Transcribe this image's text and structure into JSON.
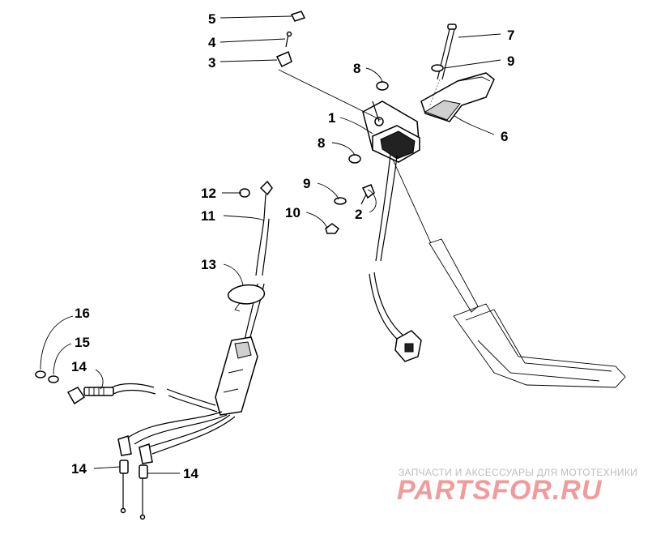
{
  "callouts": [
    {
      "id": "c1",
      "label": "1"
    },
    {
      "id": "c2",
      "label": "2"
    },
    {
      "id": "c3",
      "label": "3"
    },
    {
      "id": "c4",
      "label": "4"
    },
    {
      "id": "c5",
      "label": "5"
    },
    {
      "id": "c6",
      "label": "6"
    },
    {
      "id": "c7",
      "label": "7"
    },
    {
      "id": "c8a",
      "label": "8"
    },
    {
      "id": "c8b",
      "label": "8"
    },
    {
      "id": "c9a",
      "label": "9"
    },
    {
      "id": "c9b",
      "label": "9"
    },
    {
      "id": "c10",
      "label": "10"
    },
    {
      "id": "c11",
      "label": "11"
    },
    {
      "id": "c12",
      "label": "12"
    },
    {
      "id": "c13",
      "label": "13"
    },
    {
      "id": "c14a",
      "label": "14"
    },
    {
      "id": "c14b",
      "label": "14"
    },
    {
      "id": "c14c",
      "label": "14"
    },
    {
      "id": "c15",
      "label": "15"
    },
    {
      "id": "c16",
      "label": "16"
    }
  ],
  "watermark": {
    "tagline": "ЗАПЧАСТИ И АКСЕССУАРЫ ДЛЯ МОТОТЕХНИКИ",
    "logo": "PARTSFOR.RU"
  }
}
